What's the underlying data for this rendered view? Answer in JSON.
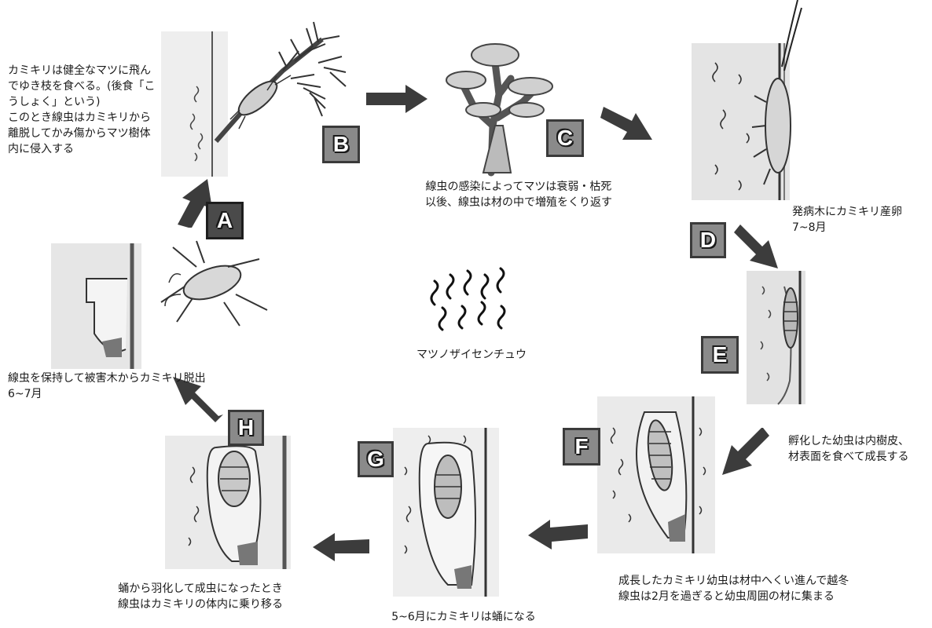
{
  "labels": {
    "a": "A",
    "b": "B",
    "c": "C",
    "d": "D",
    "e": "E",
    "f": "F",
    "g": "G",
    "h": "H"
  },
  "captions": {
    "b_feeding": "カミキリは健全なマツに飛ん\nでゆき枝を食べる。(後食「こ\nうしょく」という)\nこのとき線虫はカミキリから\n離脱してかみ傷からマツ樹体\n内に侵入する",
    "c_infection": "線虫の感染によってマツは衰弱・枯死\n以後、線虫は材の中で増殖をくり返す",
    "d_oviposition": "発病木にカミキリ産卵\n7~8月",
    "f_hatch": "孵化した幼虫は内樹皮、\n材表面を食べて成長する",
    "f_overwinter": "成長したカミキリ幼虫は材中へくい進んで越冬\n線虫は2月を過ぎると幼虫周囲の材に集まる",
    "g_pupa": "5~6月にカミキリは蛹になる",
    "h_emerge_adult": "蛹から羽化して成虫になったとき\n線虫はカミキリの体内に乗り移る",
    "a_escape": "線虫を保持して被害木からカミキリ脱出\n6~7月",
    "center_species": "マツノザイセンチュウ"
  },
  "colors": {
    "box_fill": "#8a8a8a",
    "box_dark": "#4a4a4a",
    "arrow": "#3c3c3c",
    "wood": "#e6e6e6"
  }
}
